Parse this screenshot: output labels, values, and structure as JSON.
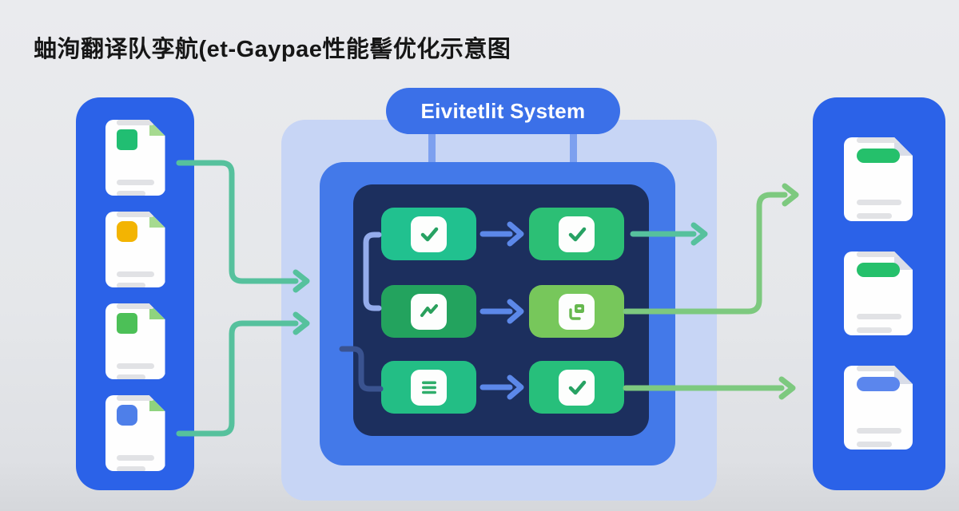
{
  "title": {
    "text": "蚰洵翻译队孪航(et-Gaypae性能髻优化示意图"
  },
  "banner": {
    "label": "Eivitetlit System"
  },
  "colors": {
    "background": "#E5E7EA",
    "side_panel_blue": "#2B62E8",
    "banner_blue": "#3B70E8",
    "center_light_blue": "#C7D5F5",
    "center_mid_blue": "#4379E9",
    "center_dark_navy": "#1C2F5E",
    "connector_blue": "#7DA0EF",
    "doc_card_white": "#FEFEFE",
    "doc_line_gray": "#E1E2E5"
  },
  "left_panel": {
    "documents": [
      {
        "badge_color": "#21BE72",
        "badge_shape": "square",
        "fold_color": "#A6DA90"
      },
      {
        "badge_color": "#F3B402",
        "badge_shape": "rounded",
        "fold_color": "#A6DA90"
      },
      {
        "badge_color": "#4CC057",
        "badge_shape": "square",
        "fold_color": "#8FD37E"
      },
      {
        "badge_color": "#4E7FE9",
        "badge_shape": "rounded",
        "fold_color": "#8FD37E"
      }
    ]
  },
  "right_panel": {
    "documents": [
      {
        "badge_color": "#25C06B",
        "fold_color": "#D9DDE8"
      },
      {
        "badge_color": "#25C06B",
        "fold_color": "#D9DDE8"
      },
      {
        "badge_color": "#5B86ED",
        "fold_color": "#D9DDE8"
      }
    ]
  },
  "process_grid": {
    "rows": [
      [
        {
          "box_color": "#21C18F",
          "icon": "check",
          "glyph_color": "#27A263"
        },
        {
          "box_color": "#2CBF75",
          "icon": "check",
          "glyph_color": "#27A263"
        }
      ],
      [
        {
          "box_color": "#23A35E",
          "icon": "trend",
          "glyph_color": "#2AA05C"
        },
        {
          "box_color": "#77C75B",
          "icon": "copy",
          "glyph_color": "#66B84E"
        }
      ],
      [
        {
          "box_color": "#23BE85",
          "icon": "list",
          "glyph_color": "#2FAE6B"
        },
        {
          "box_color": "#27BF7B",
          "icon": "check",
          "glyph_color": "#27A263"
        }
      ]
    ]
  },
  "arrows": {
    "teal_green": "#56C19D",
    "soft_green": "#7DC97F",
    "internal_blue": "#5C88E9",
    "bracket_light": "#94ACEC",
    "bracket_dark": "#3A5390"
  }
}
